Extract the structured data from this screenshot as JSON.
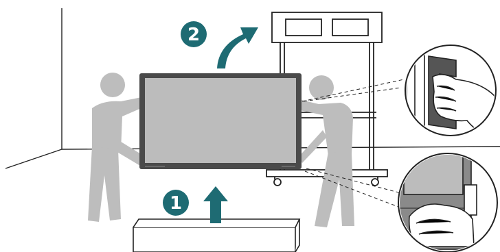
{
  "steps": [
    {
      "number": "1",
      "meaning": "lift"
    },
    {
      "number": "2",
      "meaning": "mount"
    }
  ],
  "colors": {
    "accent": "#1e6b73",
    "figure": "#bdbdbd",
    "display_screen": "#bcbcbc",
    "display_bezel": "#4a4a4a",
    "line": "#222222"
  },
  "icons": {
    "step1_arrow": "arrow-up-icon",
    "step2_arrow": "curved-arrow-icon",
    "handle_detail": "handle-grip-icon",
    "bottom_grip_detail": "bottom-grip-icon"
  }
}
